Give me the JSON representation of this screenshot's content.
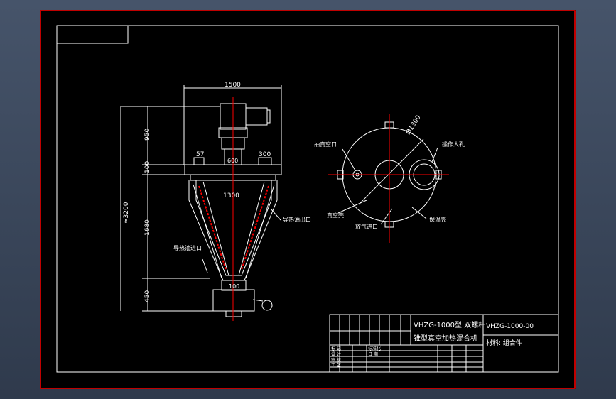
{
  "drawing": {
    "dimensions": {
      "top_width": "1500",
      "motor_height": "950",
      "flange_height": "100",
      "overall_height": "≈3200",
      "cone_height": "1680",
      "base_height": "450",
      "left_pipe": "57",
      "right_pipe": "300",
      "cone_width": "1300",
      "center_size": "600",
      "bottom_size": "100",
      "plan_diameter": "Ø1300"
    },
    "labels": {
      "heat_outlet": "导热油出口",
      "heat_inlet": "导热油进口",
      "vacuum_port": "抽真空口",
      "manhole": "操作人孔",
      "vacuum_shell": "真空壳",
      "vent_port": "放气进口",
      "insulation_shell": "保温壳"
    }
  },
  "title_block": {
    "title_line1": "VHZG-1000型 双螺杆",
    "title_line2": "锥型真空加热混合机",
    "drawing_number": "VHZG-1000-00",
    "material": "材料: 组合件",
    "row_labels": [
      "标 记",
      "设 计",
      "审 核",
      "工 艺"
    ],
    "mid_labels": [
      "标准化",
      "日 期"
    ]
  },
  "colors": {
    "background": "#000000",
    "frame": "#ffffff",
    "border": "#ff0000",
    "centerline": "#ff0000",
    "heating_coil": "#ff0000"
  }
}
